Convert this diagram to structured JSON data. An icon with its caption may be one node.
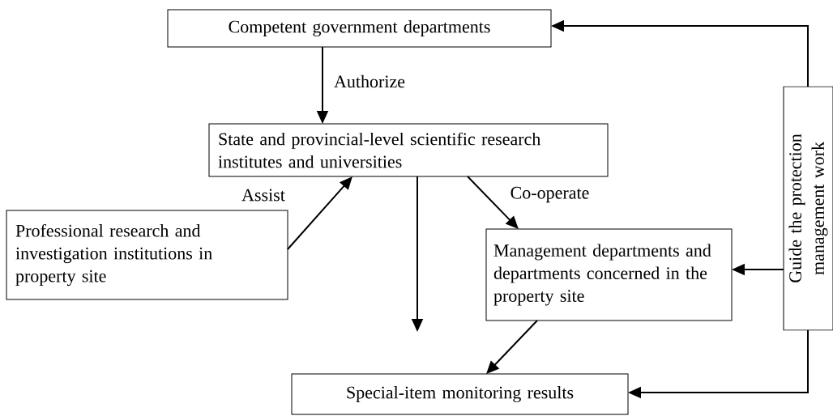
{
  "diagram": {
    "nodes": [
      {
        "text": [
          "Competent government departments"
        ]
      },
      {
        "text": [
          "State and provincial-level scientific research institutes and universities"
        ]
      },
      {
        "text": [
          "Professional research and investigation institutions in property site"
        ]
      },
      {
        "text": [
          "Management departments and departments concerned in the property site"
        ]
      },
      {
        "text": [
          "Special-item monitoring results"
        ]
      },
      {
        "text": [
          "Guide the protection management work"
        ]
      }
    ],
    "edges": [
      {
        "from": 0,
        "to": 1,
        "arrow": "to",
        "label": "Authorize"
      },
      {
        "from": 2,
        "to": 1,
        "arrow": "to",
        "label": "Assist"
      },
      {
        "from": 1,
        "to": 3,
        "arrow": "to",
        "label": "Co-operate"
      },
      {
        "from": 1,
        "to": null,
        "arrow": "to"
      },
      {
        "from": 3,
        "to": 4,
        "arrow": "to"
      },
      {
        "from": 5,
        "to": 0,
        "arrow": "to"
      },
      {
        "from": 5,
        "to": 3,
        "arrow": "to"
      },
      {
        "from": 5,
        "to": 4,
        "arrow": "to"
      }
    ]
  }
}
